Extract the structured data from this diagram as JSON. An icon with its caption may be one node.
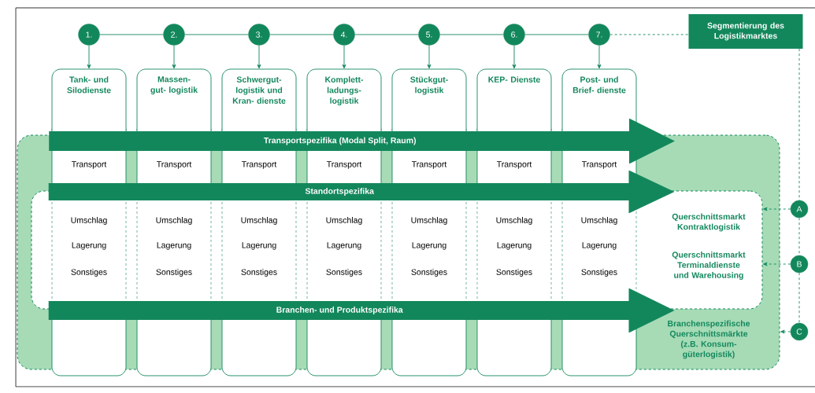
{
  "diagram": {
    "nodes": [
      {
        "text": [
          "Segmentierung des Logistikmarktes"
        ]
      },
      {
        "text": [
          "1."
        ]
      },
      {
        "text": [
          "2."
        ]
      },
      {
        "text": [
          "3."
        ]
      },
      {
        "text": [
          "4."
        ]
      },
      {
        "text": [
          "5."
        ]
      },
      {
        "text": [
          "6."
        ]
      },
      {
        "text": [
          "7."
        ]
      },
      {
        "text": [
          "Tank- und Silodienste"
        ]
      },
      {
        "text": [
          "Massen- gut- logistik"
        ]
      },
      {
        "text": [
          "Schwergut- logistik und Kran- dienste"
        ]
      },
      {
        "text": [
          "Komplett- ladungs- logistik"
        ]
      },
      {
        "text": [
          "Stückgut- logistik"
        ]
      },
      {
        "text": [
          "KEP- Dienste"
        ]
      },
      {
        "text": [
          "Post- und Brief- dienste"
        ]
      },
      {
        "text": [
          "Transportspezifika (Modal Split, Raum)"
        ]
      },
      {
        "text": [
          "Standortspezifika"
        ],
        "in": 18
      },
      {
        "text": [
          "Branchen- und Produktspezifika"
        ],
        "in": 18
      },
      {
        "text": [
          "Branchenspezifische Querschnittsmärkte (z.B. Konsum- güterlogistik)"
        ]
      },
      {
        "text": [
          "Querschnittsmarkt Kontraktlogistik",
          "Querschnittsmarkt Terminaldienste und Warehousing"
        ],
        "in": 18
      },
      {
        "text": [
          "A"
        ]
      },
      {
        "text": [
          "B"
        ]
      },
      {
        "text": [
          "C"
        ]
      }
    ],
    "edges": [
      {
        "from": 1,
        "to": 2,
        "arrow": "none"
      },
      {
        "from": 2,
        "to": 3,
        "arrow": "none"
      },
      {
        "from": 3,
        "to": 4,
        "arrow": "none"
      },
      {
        "from": 4,
        "to": 5,
        "arrow": "none"
      },
      {
        "from": 5,
        "to": 6,
        "arrow": "none"
      },
      {
        "from": 6,
        "to": 7,
        "arrow": "none"
      },
      {
        "from": 7,
        "to": 0,
        "arrow": "none",
        "style": "dashed"
      },
      {
        "from": 1,
        "to": 8,
        "arrow": "to"
      },
      {
        "from": 2,
        "to": 9,
        "arrow": "to"
      },
      {
        "from": 3,
        "to": 10,
        "arrow": "to"
      },
      {
        "from": 4,
        "to": 11,
        "arrow": "to"
      },
      {
        "from": 5,
        "to": 12,
        "arrow": "to"
      },
      {
        "from": 6,
        "to": 13,
        "arrow": "to"
      },
      {
        "from": 7,
        "to": 14,
        "arrow": "to"
      },
      {
        "from": 0,
        "to": 20,
        "arrow": "none",
        "style": "dashed"
      },
      {
        "from": 20,
        "to": 21,
        "arrow": "none",
        "style": "dashed"
      },
      {
        "from": 21,
        "to": 22,
        "arrow": "none",
        "style": "dashed"
      },
      {
        "from": 20,
        "to": 19,
        "arrow": "to",
        "style": "dashed"
      },
      {
        "from": 21,
        "to": 19,
        "arrow": "to",
        "style": "dashed"
      },
      {
        "from": 22,
        "to": 18,
        "arrow": "to",
        "style": "dashed"
      }
    ],
    "labels": [
      "Transport",
      "Transport",
      "Transport",
      "Transport",
      "Transport",
      "Transport",
      "Transport",
      "Umschlag",
      "Umschlag",
      "Umschlag",
      "Umschlag",
      "Umschlag",
      "Umschlag",
      "Umschlag",
      "Lagerung",
      "Lagerung",
      "Lagerung",
      "Lagerung",
      "Lagerung",
      "Lagerung",
      "Lagerung",
      "Sonstiges",
      "Sonstiges",
      "Sonstiges",
      "Sonstiges",
      "Sonstiges",
      "Sonstiges",
      "Sonstiges"
    ]
  }
}
